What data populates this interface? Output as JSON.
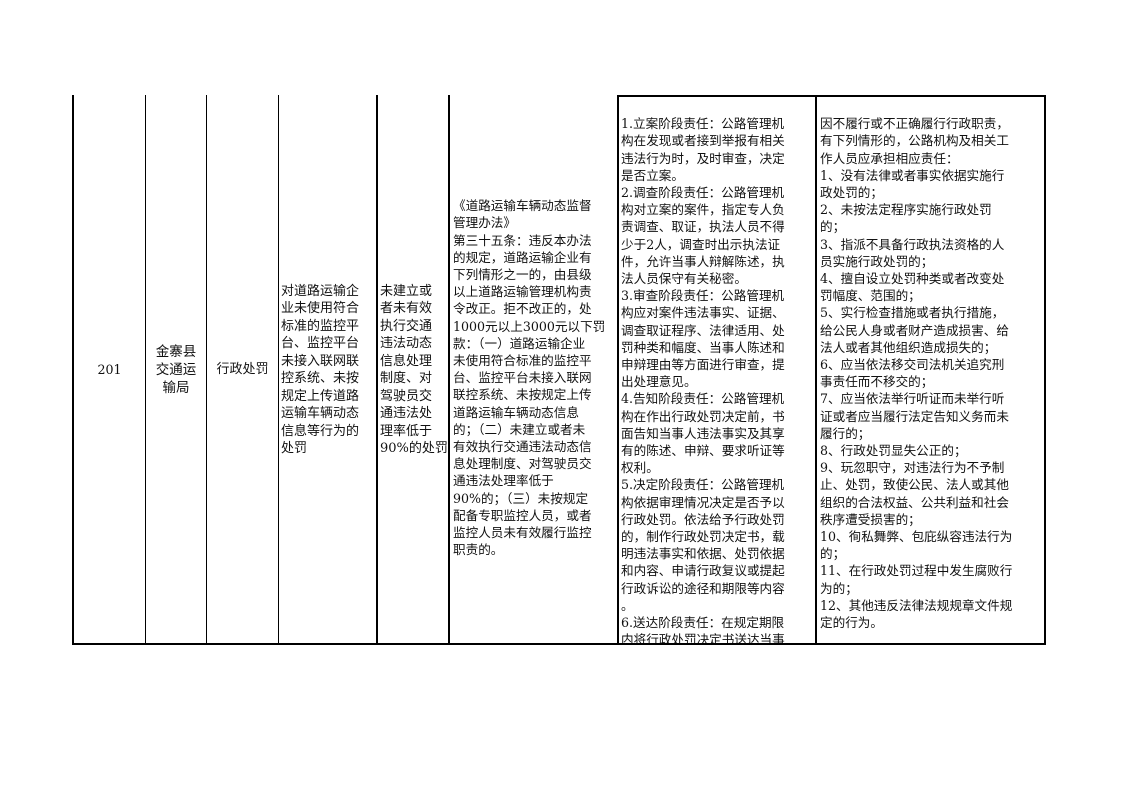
{
  "row": {
    "number": "201",
    "department": "金寨县\n交通运\n输局",
    "category": "行政处罚",
    "item": "对道路运输企\n业未使用符合\n标准的监控平\n台、监控平台\n未接入联网联\n控系统、未按\n规定上传道路\n运输车辆动态\n信息等行为的\n处罚",
    "subitem": "未建立或\n者未有效\n执行交通\n违法动态\n信息处理\n制度、对\n驾驶员交\n通违法处\n理率低于\n90%的处罚",
    "basis": "《道路运输车辆动态监督\n管理办法》\n第三十五条：违反本办法\n的规定，道路运输企业有\n下列情形之一的，由县级\n以上道路运输管理机构责\n令改正。拒不改正的，处\n1000元以上3000元以下罚\n款：（一）道路运输企业\n未使用符合标准的监控平\n台、监控平台未接入联网\n联控系统、未按规定上传\n道路运输车辆动态信息\n的；（二）未建立或者未\n有效执行交通违法动态信\n息处理制度、对驾驶员交\n通违法处理率低于\n90%的；（三）未按规定\n配备专职监控人员，或者\n监控人员未有效履行监控\n职责的。",
    "responsibility": "1.立案阶段责任：公路管理机\n构在发现或者接到举报有相关\n违法行为时，及时审查，决定\n是否立案。\n2.调查阶段责任：公路管理机\n构对立案的案件，指定专人负\n责调查、取证，执法人员不得\n少于2人，调查时出示执法证\n件，允许当事人辩解陈述，执\n法人员保守有关秘密。\n3.审查阶段责任：公路管理机\n构应对案件违法事实、证据、\n调查取证程序、法律适用、处\n罚种类和幅度、当事人陈述和\n申辩理由等方面进行审查，提\n出处理意见。\n4.告知阶段责任：公路管理机\n构在作出行政处罚决定前，书\n面告知当事人违法事实及其享\n有的陈述、申辩、要求听证等\n权利。\n5.决定阶段责任：公路管理机\n构依据审理情况决定是否予以\n行政处罚。依法给予行政处罚\n的，制作行政处罚决定书，载\n明违法事实和依据、处罚依据\n和内容、申请行政复议或提起\n行政诉讼的途径和期限等内容\n。\n6.送达阶段责任：在规定期限\n内将行政处罚决定书送达当事",
    "accountability": "因不履行或不正确履行行政职责，\n有下列情形的，公路机构及相关工\n作人员应承担相应责任：\n1、没有法律或者事实依据实施行\n政处罚的；\n2、未按法定程序实施行政处罚\n的；\n3、指派不具备行政执法资格的人\n员实施行政处罚的；\n4、擅自设立处罚种类或者改变处\n罚幅度、范围的；\n5、实行检查措施或者执行措施，\n给公民人身或者财产造成损害、给\n法人或者其他组织造成损失的；\n6、应当依法移交司法机关追究刑\n事责任而不移交的；\n7、应当依法举行听证而未举行听\n证或者应当履行法定告知义务而未\n履行的；\n8、行政处罚显失公正的；\n9、玩忽职守，对违法行为不予制\n止、处罚，致使公民、法人或其他\n组织的合法权益、公共利益和社会\n秩序遭受损害的；\n10、徇私舞弊、包庇纵容违法行为\n的；\n11、在行政处罚过程中发生腐败行\n为的；\n12、其他违反法律法规规章文件规\n定的行为。"
  }
}
